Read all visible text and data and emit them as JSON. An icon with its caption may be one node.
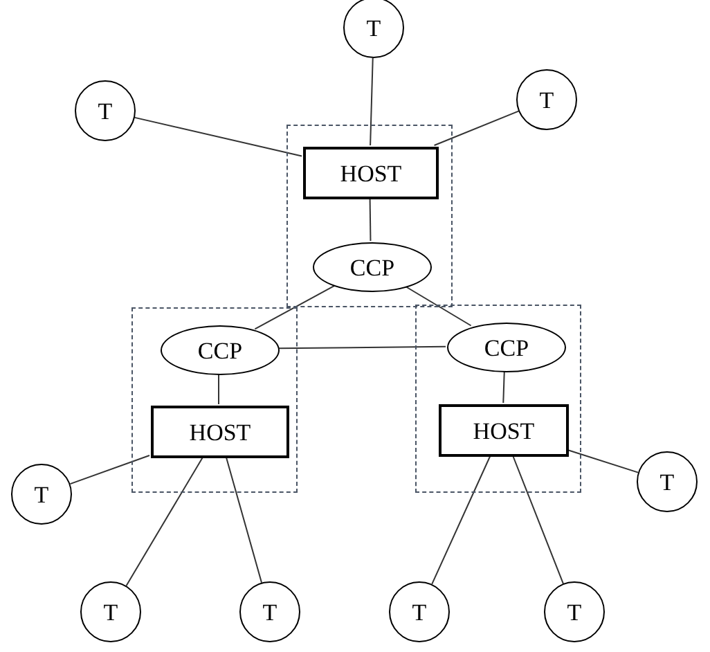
{
  "diagram": {
    "nodes": [
      {
        "text": [
          "T"
        ]
      },
      {
        "text": [
          "T"
        ]
      },
      {
        "text": [
          "T"
        ]
      },
      {
        "text": [],
        "shape": "box"
      },
      {
        "text": [
          "HOST"
        ],
        "in": 3
      },
      {
        "text": [
          "CCP"
        ],
        "in": 3
      },
      {
        "text": [],
        "shape": "box"
      },
      {
        "text": [
          "CCP"
        ],
        "in": 6
      },
      {
        "text": [
          "HOST"
        ],
        "in": 6
      },
      {
        "text": [],
        "shape": "box"
      },
      {
        "text": [
          "CCP"
        ],
        "in": 9
      },
      {
        "text": [
          "HOST"
        ],
        "in": 9
      },
      {
        "text": [
          "T"
        ]
      },
      {
        "text": [
          "T"
        ]
      },
      {
        "text": [
          "T"
        ]
      },
      {
        "text": [
          "T"
        ]
      },
      {
        "text": [
          "T"
        ]
      },
      {
        "text": [
          "T"
        ]
      }
    ],
    "edges": [
      {
        "from": 0,
        "to": 4,
        "arrow": "none"
      },
      {
        "from": 1,
        "to": 4,
        "arrow": "none"
      },
      {
        "from": 2,
        "to": 4,
        "arrow": "none"
      },
      {
        "from": 4,
        "to": 5,
        "arrow": "none"
      },
      {
        "from": 5,
        "to": 7,
        "arrow": "none"
      },
      {
        "from": 5,
        "to": 10,
        "arrow": "none"
      },
      {
        "from": 7,
        "to": 10,
        "arrow": "none"
      },
      {
        "from": 7,
        "to": 8,
        "arrow": "none"
      },
      {
        "from": 10,
        "to": 11,
        "arrow": "none"
      },
      {
        "from": 12,
        "to": 8,
        "arrow": "none"
      },
      {
        "from": 11,
        "to": 13,
        "arrow": "none"
      },
      {
        "from": 8,
        "to": 14,
        "arrow": "none"
      },
      {
        "from": 8,
        "to": 15,
        "arrow": "none"
      },
      {
        "from": 11,
        "to": 16,
        "arrow": "none"
      },
      {
        "from": 11,
        "to": 17,
        "arrow": "none"
      }
    ]
  }
}
